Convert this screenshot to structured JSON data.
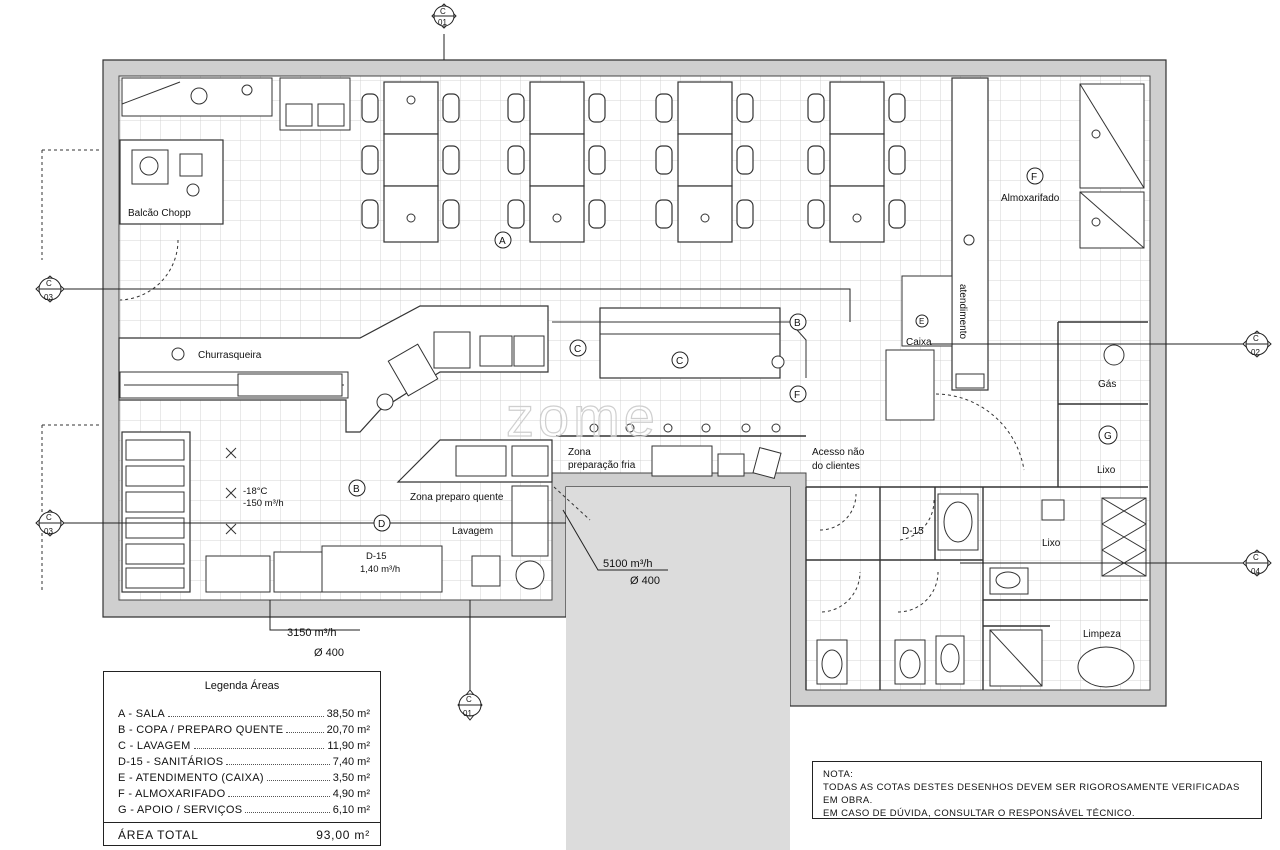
{
  "rooms": {
    "a": {
      "letter": "A"
    },
    "b": {
      "letter": "B"
    },
    "c1": {
      "letter": "C"
    },
    "c2": {
      "letter": "C"
    },
    "d": {
      "letter": "D"
    },
    "f": {
      "letter": "F",
      "name": "Almoxarifado"
    },
    "e": {
      "letter": "E"
    },
    "g": {
      "letter": "G"
    },
    "f2": {
      "letter": "F"
    },
    "b2": {
      "letter": "B"
    }
  },
  "labels": {
    "balcao": "Balcão Chopp",
    "churrasqueira": "Churrasqueira",
    "caixa": "Caixa",
    "atendimento": "atendimento",
    "gas": "Gás",
    "lixo1": "Lixo",
    "lixo2": "Lixo",
    "limpeza": "Limpeza",
    "d15_wc": "D-15",
    "zona_fria_1": "Zona",
    "zona_fria_2": "preparação fria",
    "acesso_1": "Acesso não",
    "acesso_2": "do clientes",
    "zona_quente": "Zona preparo quente",
    "lavagem": "Lavagem",
    "temp": "-18°C",
    "vol": "-150 m³/h",
    "d15_k": "D-15",
    "d15_k2": "1,40 m³/h",
    "vent1_a": "5100 m³/h",
    "vent1_b": "Ø 400",
    "vent2_a": "3150 m³/h",
    "vent2_b": "Ø 400",
    "watermark": "zome"
  },
  "sections": {
    "top": {
      "c": "C",
      "n": "01"
    },
    "bottom": {
      "c": "C",
      "n": "01"
    },
    "left1": {
      "c": "C",
      "n": "03"
    },
    "left2": {
      "c": "C",
      "n": "03"
    },
    "right1": {
      "c": "C",
      "n": "02"
    },
    "right2": {
      "c": "C",
      "n": "04"
    }
  },
  "legend": {
    "title": "Legenda Áreas",
    "rows": [
      {
        "label": "A - SALA",
        "value": "38,50 m²"
      },
      {
        "label": "B - COPA / PREPARO QUENTE",
        "value": "20,70 m²"
      },
      {
        "label": "C - LAVAGEM",
        "value": "11,90 m²"
      },
      {
        "label": "D-15 - SANITÁRIOS",
        "value": "7,40 m²"
      },
      {
        "label": "E - ATENDIMENTO (CAIXA)",
        "value": "3,50 m²"
      },
      {
        "label": "F - ALMOXARIFADO",
        "value": "4,90 m²"
      },
      {
        "label": "G - APOIO / SERVIÇOS",
        "value": "6,10 m²"
      }
    ],
    "total_label": "ÁREA TOTAL",
    "total_value": "93,00 m²"
  },
  "note": {
    "title": "NOTA:",
    "line1": "TODAS AS COTAS DESTES DESENHOS DEVEM SER RIGOROSAMENTE VERIFICADAS EM OBRA.",
    "line2": "EM CASO DE DÚVIDA, CONSULTAR O RESPONSÁVEL TÉCNICO."
  }
}
